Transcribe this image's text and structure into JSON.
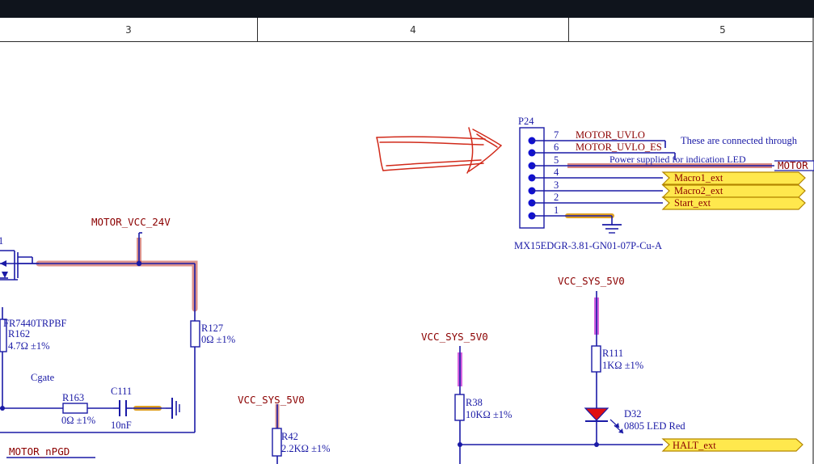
{
  "ruler": {
    "columns": [
      "3",
      "4",
      "5"
    ]
  },
  "nets": {
    "motor_vcc": "MOTOR_VCC_24V",
    "vcc_sys_r42": "VCC_SYS_5V0",
    "vcc_sys_r38": "VCC_SYS_5V0",
    "vcc_sys_r111": "VCC_SYS_5V0",
    "motor_npgd": "MOTOR_nPGD",
    "motor_uvlo": "MOTOR_UVLO",
    "motor_uvlo_es": "MOTOR_UVLO_ES",
    "motor_right": "MOTOR"
  },
  "connector": {
    "designator": "P24",
    "part": "MX15EDGR-3.81-GN01-07P-Cu-A",
    "pins": [
      "7",
      "6",
      "5",
      "4",
      "3",
      "2",
      "1"
    ]
  },
  "ports": {
    "macro1": "Macro1_ext",
    "macro2": "Macro2_ext",
    "start": "Start_ext",
    "halt": "HALT_ext"
  },
  "notes": {
    "connected": "These are connected through",
    "power_led": "Power supplied for indication LED"
  },
  "components": {
    "mosfet_part": "FR7440TRPBF",
    "mosfet_ref_fragment": "1",
    "r162": {
      "ref": "R162",
      "value": "4.7Ω ±1%"
    },
    "r127": {
      "ref": "R127",
      "value": "0Ω ±1%"
    },
    "r163": {
      "ref": "R163",
      "value": "0Ω ±1%"
    },
    "c111": {
      "ref": "C111",
      "value": "10nF"
    },
    "cgate": "Cgate",
    "r42": {
      "ref": "R42",
      "value": "2.2KΩ ±1%"
    },
    "r38": {
      "ref": "R38",
      "value": "10KΩ ±1%"
    },
    "r111": {
      "ref": "R111",
      "value": "1KΩ ±1%"
    },
    "d32": {
      "ref": "D32",
      "value": "0805 LED Red"
    }
  },
  "colors": {
    "wire": "#1a1aa6",
    "net_label": "#8b0000",
    "port_fill": "#ffe84d",
    "highlight_red": "#c0392b",
    "highlight_magenta": "#c93bd6",
    "highlight_orange": "#e0a020",
    "annotation": "#d12a1a"
  }
}
